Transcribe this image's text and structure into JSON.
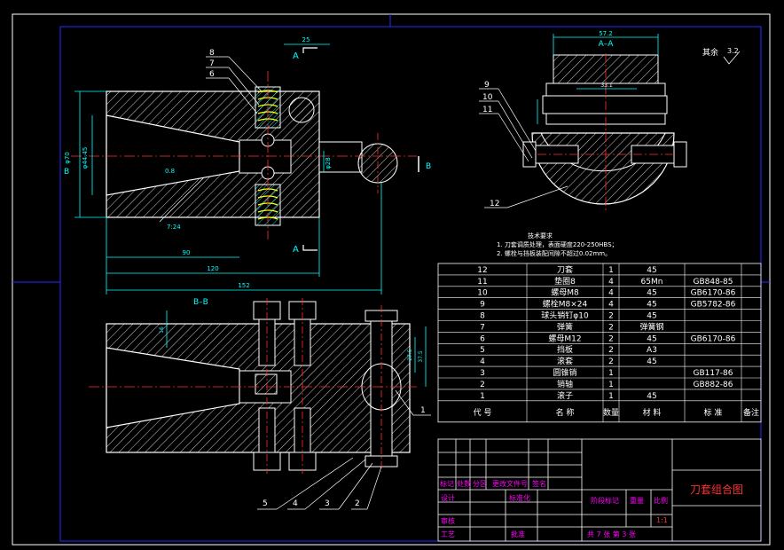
{
  "section_labels": {
    "a_a": "A–A",
    "b_b": "B–B",
    "a_top": "A",
    "a_bottom": "A",
    "b_left": "B",
    "b_right": "B"
  },
  "dimensions": {
    "top_width": "25",
    "aa_width": "57.2",
    "aa_inner": "33.1",
    "angle": "7:24",
    "length_90": "90",
    "length_120": "120",
    "length_152": "152",
    "d_outer": "φ70",
    "d_inner": "φ44.45",
    "d_small": "φ28",
    "r_value": "0.8",
    "bb_h1": "16",
    "bb_h2": "27.5",
    "bb_h3": "37.5"
  },
  "roughness": {
    "label": "其余",
    "value": "3.2"
  },
  "callouts_front": [
    "8",
    "7",
    "6"
  ],
  "callouts_aa": [
    "9",
    "10",
    "11",
    "12"
  ],
  "callouts_bb": [
    "5",
    "4",
    "3",
    "2",
    "1"
  ],
  "tech_requirements": {
    "title": "技术要求",
    "items": [
      "1. 刀套调质处理，表面硬度220-250HBS；",
      "2. 螺栓与挡板装配间隙不超过0.02mm。"
    ]
  },
  "bom": {
    "rows": [
      {
        "no": "12",
        "name": "刀套",
        "qty": "1",
        "material": "45",
        "standard": ""
      },
      {
        "no": "11",
        "name": "垫圈8",
        "qty": "4",
        "material": "65Mn",
        "standard": "GB848-85"
      },
      {
        "no": "10",
        "name": "螺母M8",
        "qty": "4",
        "material": "45",
        "standard": "GB6170-86"
      },
      {
        "no": "9",
        "name": "螺栓M8×24",
        "qty": "4",
        "material": "45",
        "standard": "GB5782-86"
      },
      {
        "no": "8",
        "name": "球头销钉φ10",
        "qty": "2",
        "material": "45",
        "standard": ""
      },
      {
        "no": "7",
        "name": "弹簧",
        "qty": "2",
        "material": "弹簧钢",
        "standard": ""
      },
      {
        "no": "6",
        "name": "螺母M12",
        "qty": "2",
        "material": "45",
        "standard": "GB6170-86"
      },
      {
        "no": "5",
        "name": "挡板",
        "qty": "2",
        "material": "A3",
        "standard": ""
      },
      {
        "no": "4",
        "name": "滚套",
        "qty": "2",
        "material": "45",
        "standard": ""
      },
      {
        "no": "3",
        "name": "圆锥销",
        "qty": "1",
        "material": "",
        "standard": "GB117-86"
      },
      {
        "no": "2",
        "name": "销轴",
        "qty": "1",
        "material": "",
        "standard": "GB882-86"
      },
      {
        "no": "1",
        "name": "滚子",
        "qty": "1",
        "material": "45",
        "standard": ""
      }
    ],
    "header": {
      "no": "代  号",
      "name": "名  称",
      "qty": "数量",
      "material": "材  料",
      "standard": "标  准",
      "note": "备注"
    }
  },
  "title_block": {
    "drawing_title": "刀套组合图",
    "row_marks": [
      "标记",
      "处数",
      "分区",
      "更改文件号",
      "签名"
    ],
    "design": "设计",
    "standardization": "标准化",
    "stage_mark": "阶段标记",
    "weight": "重量",
    "scale": "比例",
    "scale_value": "1:1",
    "review": "审核",
    "process": "工艺",
    "approve": "批准",
    "sheet_info": "共 7 张 第 3 张"
  }
}
